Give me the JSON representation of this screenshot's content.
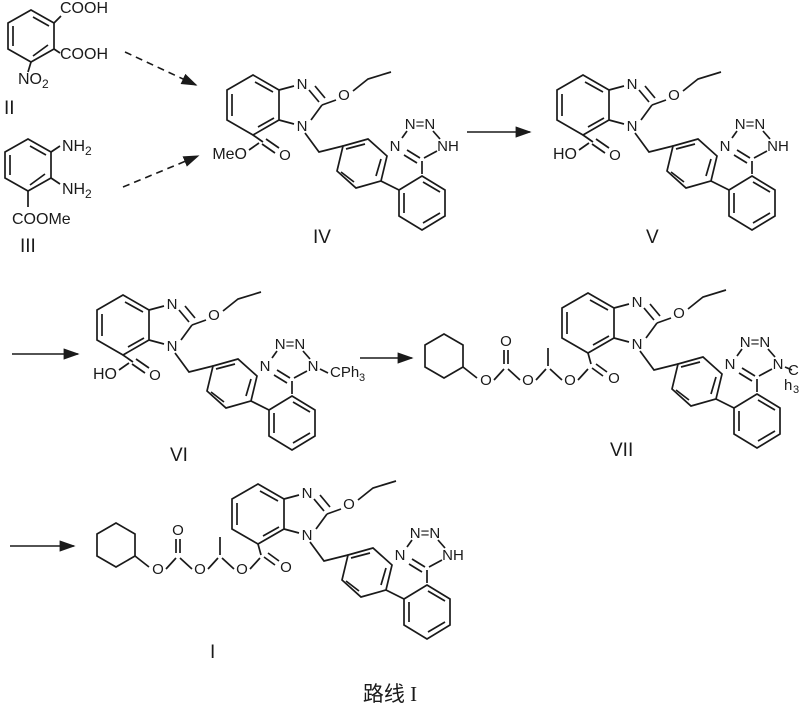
{
  "caption": "路线 I",
  "compounds": {
    "ii": {
      "label": "II",
      "cooh_top": "COOH",
      "cooh_bottom": "COOH",
      "no2_main": "NO",
      "no2_sub": "2"
    },
    "iii": {
      "label": "III",
      "nh2_top_main": "NH",
      "nh2_top_sub": "2",
      "nh2_bottom_main": "NH",
      "nh2_bottom_sub": "2",
      "coome": "COOMe"
    },
    "iv": {
      "label": "IV",
      "n_top": "N",
      "n_bottom": "N",
      "o_ether": "O",
      "ester_left": "MeO",
      "ester_o": "O",
      "tet_top": "N=N",
      "tet_left": "N",
      "tet_right": "NH"
    },
    "v": {
      "label": "V",
      "n_top": "N",
      "n_bottom": "N",
      "o_ether": "O",
      "ester_left": "HO",
      "ester_o": "O",
      "tet_top": "N=N",
      "tet_left": "N",
      "tet_right": "NH"
    },
    "vi": {
      "label": "VI",
      "n_top": "N",
      "n_bottom": "N",
      "o_ether": "O",
      "ester_left": "HO",
      "ester_o": "O",
      "tet_top": "N=N",
      "tet_left": "N",
      "tet_right": "N",
      "trityl_main": "CPh",
      "trityl_sub": "3"
    },
    "vii": {
      "label": "VII",
      "n_top": "N",
      "n_bottom": "N",
      "o_ether": "O",
      "tet_top": "N=N",
      "tet_left": "N",
      "tet_right": "N",
      "trityl_line1": "CP",
      "trityl_line2_main": "h",
      "trityl_line2_sub": "3",
      "chain_o1": "O",
      "chain_o2": "O",
      "chain_o3": "O",
      "chain_o4": "O",
      "chain_o5": "O"
    },
    "i": {
      "label": "I",
      "n_top": "N",
      "n_bottom": "N",
      "o_ether": "O",
      "tet_top": "N=N",
      "tet_left": "N",
      "tet_right": "NH",
      "chain_o1": "O",
      "chain_o2": "O",
      "chain_o3": "O",
      "chain_o4": "O",
      "chain_o5": "O"
    }
  }
}
